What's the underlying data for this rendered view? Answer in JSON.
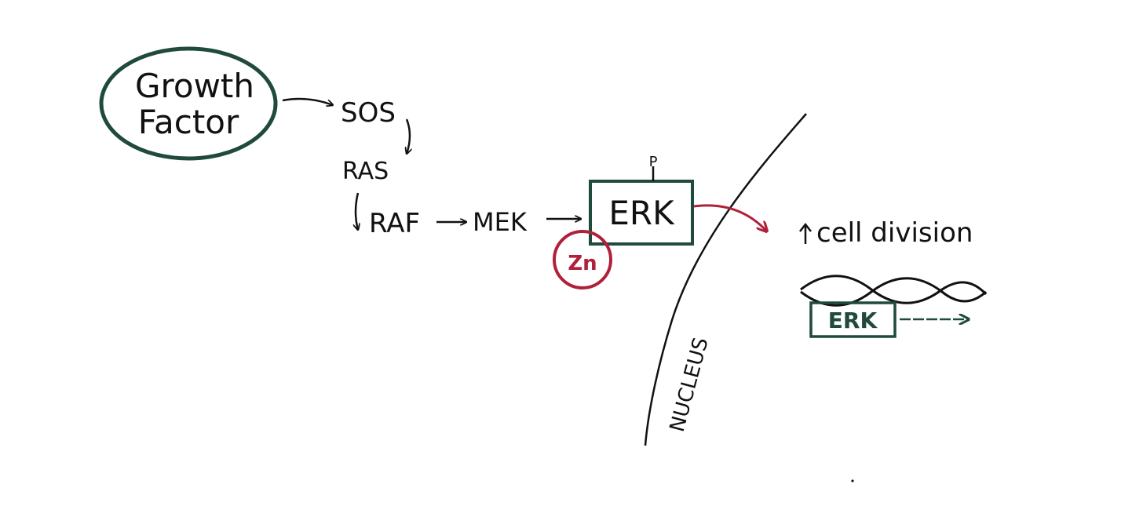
{
  "colors": {
    "ink": "#111111",
    "green": "#1f4a3c",
    "red": "#b0203a",
    "background": "#ffffff"
  },
  "nodes": {
    "growth_factor": [
      "Growth",
      "Factor"
    ],
    "sos": "SOS",
    "ras": "RAS",
    "raf": "RAF",
    "mek": "MEK",
    "erk": "ERK",
    "phospho": "P",
    "zinc": "Zn",
    "nucleus": "NUCLEUS",
    "cell_division": "cell division",
    "erk_dna": "ERK"
  },
  "icons": {
    "increase": "up-arrow-icon",
    "dna": "dna-double-helix-icon"
  }
}
